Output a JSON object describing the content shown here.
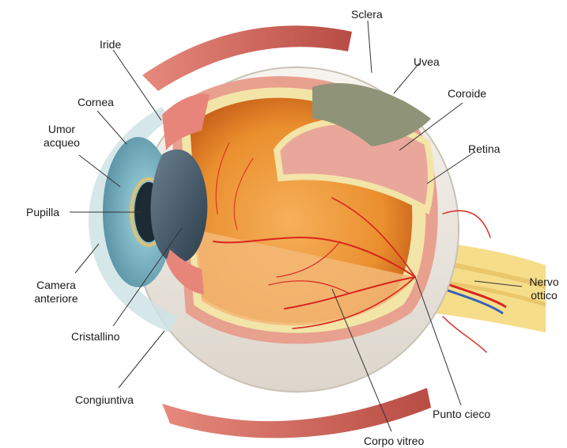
{
  "labels": {
    "sclera": "Sclera",
    "uvea": "Uvea",
    "coroide": "Coroide",
    "retina": "Retina",
    "iride": "Iride",
    "cornea": "Cornea",
    "umor_acqueo_line1": "Umor",
    "umor_acqueo_line2": "acqueo",
    "pupilla": "Pupilla",
    "camera_anteriore_line1": "Camera",
    "camera_anteriore_line2": "anteriore",
    "cristallino": "Cristallino",
    "congiuntiva": "Congiuntiva",
    "nervo_ottico_line1": "Nervo",
    "nervo_ottico_line2": "ottico",
    "punto_cieco": "Punto cieco",
    "corpo_vitreo": "Corpo vitreo"
  },
  "colors": {
    "sclera": "#f1ece4",
    "choroid": "#e8a08f",
    "retina": "#f3e4a8",
    "vitreous": "#f2a23d",
    "vitreous_dark": "#d9741c",
    "iris": "#7fb6c4",
    "lens": "#3f5566",
    "muscle": "#d3685e",
    "nerve": "#f6dd8a",
    "vessel": "#d8261e",
    "leader": "#333333"
  }
}
